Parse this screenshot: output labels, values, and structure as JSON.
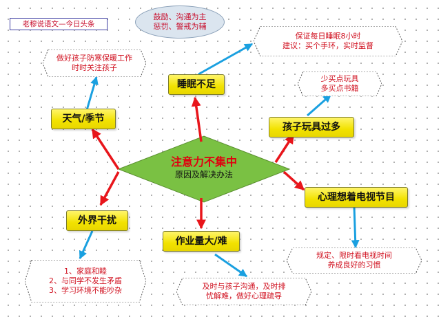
{
  "watermark": "老穆说语文—今日头条",
  "center": {
    "title": "注意力不集中",
    "subtitle": "原因及解决办法"
  },
  "ellipse_note": [
    "鼓励、沟通为主",
    "惩罚、警戒为辅"
  ],
  "causes": {
    "weather": "天气/季节",
    "sleep": "睡眠不足",
    "toys": "孩子玩具过多",
    "tv": "心理想着电视节目",
    "homework": "作业量大/难",
    "external": "外界干扰"
  },
  "solutions": {
    "weather": [
      "做好孩子防寒保暖工作",
      "时时关注孩子"
    ],
    "sleep": [
      "保证每日睡眠8小时",
      "建议：买个手环，实时监督"
    ],
    "toys": [
      "少买点玩具",
      "多买点书籍"
    ],
    "tv": [
      "规定、限时看电视时间",
      "养成良好的习惯"
    ],
    "homework": [
      "及时与孩子沟通，及时排",
      "忧解难，做好心理疏导"
    ],
    "external": [
      "1、家庭和睦",
      "2、与同学不发生矛盾",
      "3、学习环境不能吵杂"
    ]
  },
  "colors": {
    "cause_arrow": "#e8151b",
    "solution_arrow": "#1aa0e0",
    "topic_fill": "#f5e600",
    "center_fill": "#7ac143",
    "text_red": "#d0101f"
  }
}
